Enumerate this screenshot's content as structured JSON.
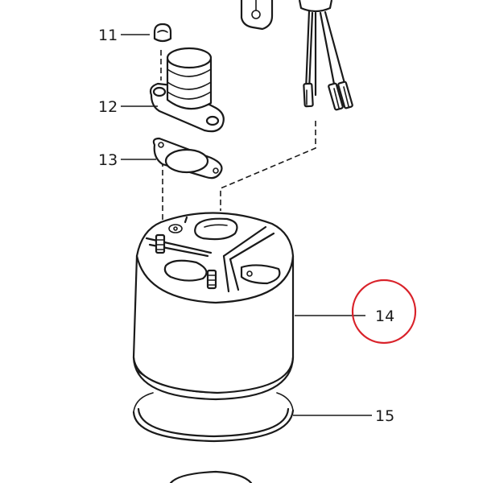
{
  "diagram": {
    "callouts": [
      {
        "id": "11",
        "label": "11"
      },
      {
        "id": "12",
        "label": "12"
      },
      {
        "id": "13",
        "label": "13"
      },
      {
        "id": "14",
        "label": "14"
      },
      {
        "id": "15",
        "label": "15"
      }
    ],
    "highlight": {
      "target": "14",
      "color": "#d9222a"
    }
  }
}
